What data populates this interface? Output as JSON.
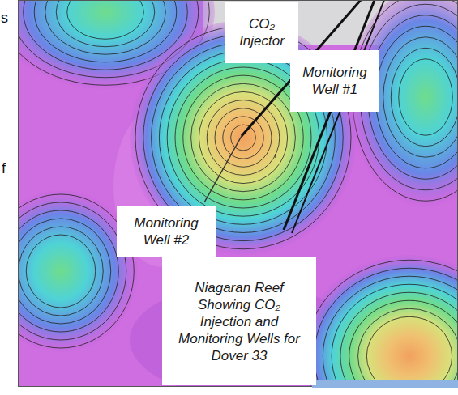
{
  "diagram": {
    "nodes": [
      {
        "text": [
          "CO₂ Injector"
        ]
      },
      {
        "text": [
          "Monitoring Well #1"
        ]
      },
      {
        "text": [
          "Monitoring Well #2"
        ]
      },
      {
        "text": [
          "Niagaran Reef Showing CO₂ Injection and Monitoring Wells for Dover 33"
        ]
      }
    ],
    "labels": [
      "s",
      "f"
    ]
  }
}
